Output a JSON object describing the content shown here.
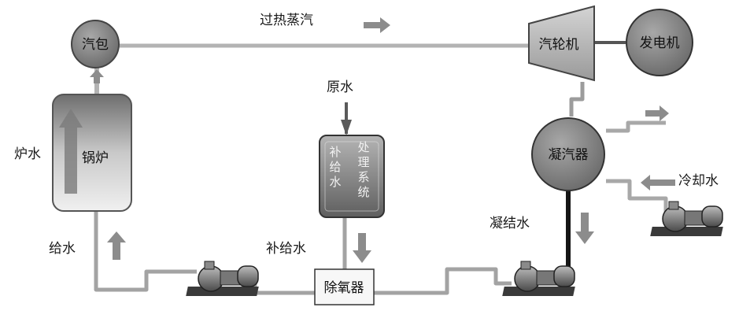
{
  "nodes": {
    "drum": "汽包",
    "boiler": "锅炉",
    "turbine": "汽轮机",
    "generator": "发电机",
    "condenser": "凝汽器",
    "deaerator": "除氧器",
    "treatment_left": "补给水",
    "treatment_right": "处理系统"
  },
  "labels": {
    "superheated_steam": "过热蒸汽",
    "raw_water": "原水",
    "boiler_water": "炉水",
    "feed_water": "给水",
    "makeup_water": "补给水",
    "condensate": "凝结水",
    "cooling_water": "冷却水"
  },
  "colors": {
    "pipe": "#a8a8a8",
    "pipe_dark": "#1a1a1a",
    "node_fill": "#8a8a8a",
    "arrow": "#8c8c8c"
  }
}
